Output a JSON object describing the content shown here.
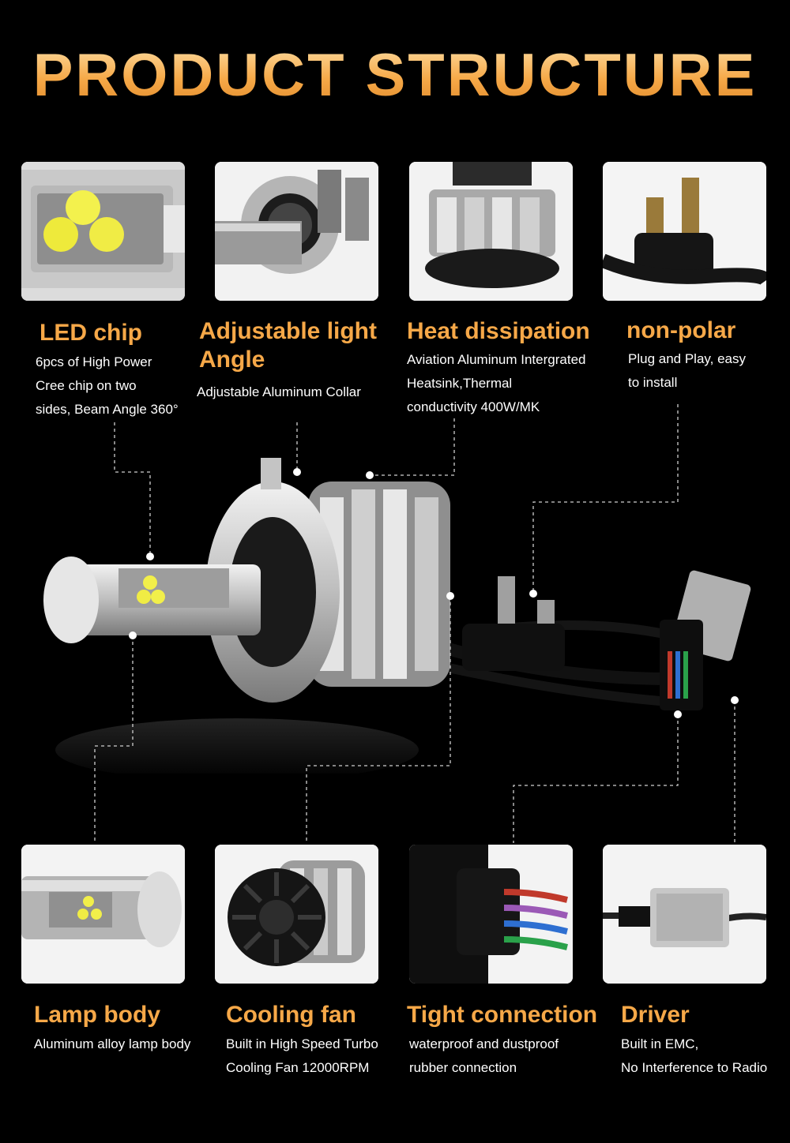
{
  "page": {
    "title": "PRODUCT STRUCTURE"
  },
  "features_top": [
    {
      "title": "LED chip",
      "lines": [
        "6pcs of High Power",
        "Cree chip on two",
        "sides, Beam Angle 360°"
      ]
    },
    {
      "title_lines": [
        "Adjustable light",
        "Angle"
      ],
      "lines": [
        "Adjustable Aluminum Collar"
      ]
    },
    {
      "title": "Heat dissipation",
      "lines": [
        "Aviation Aluminum Intergrated",
        "Heatsink,Thermal",
        "conductivity 400W/MK"
      ]
    },
    {
      "title": "non-polar",
      "lines": [
        "Plug and Play, easy",
        "to install"
      ]
    }
  ],
  "features_bottom": [
    {
      "title": "Lamp body",
      "lines": [
        "Aluminum alloy lamp body"
      ]
    },
    {
      "title": "Cooling fan",
      "lines": [
        "Built in High Speed Turbo",
        "Cooling Fan 12000RPM"
      ]
    },
    {
      "title": "Tight connection",
      "lines": [
        "waterproof and dustproof",
        "rubber connection"
      ]
    },
    {
      "title": "Driver",
      "lines": [
        "Built in EMC,",
        "No Interference to Radio"
      ]
    }
  ],
  "colors": {
    "background": "#000000",
    "accent": "#f6a848",
    "text": "#ffffff"
  }
}
